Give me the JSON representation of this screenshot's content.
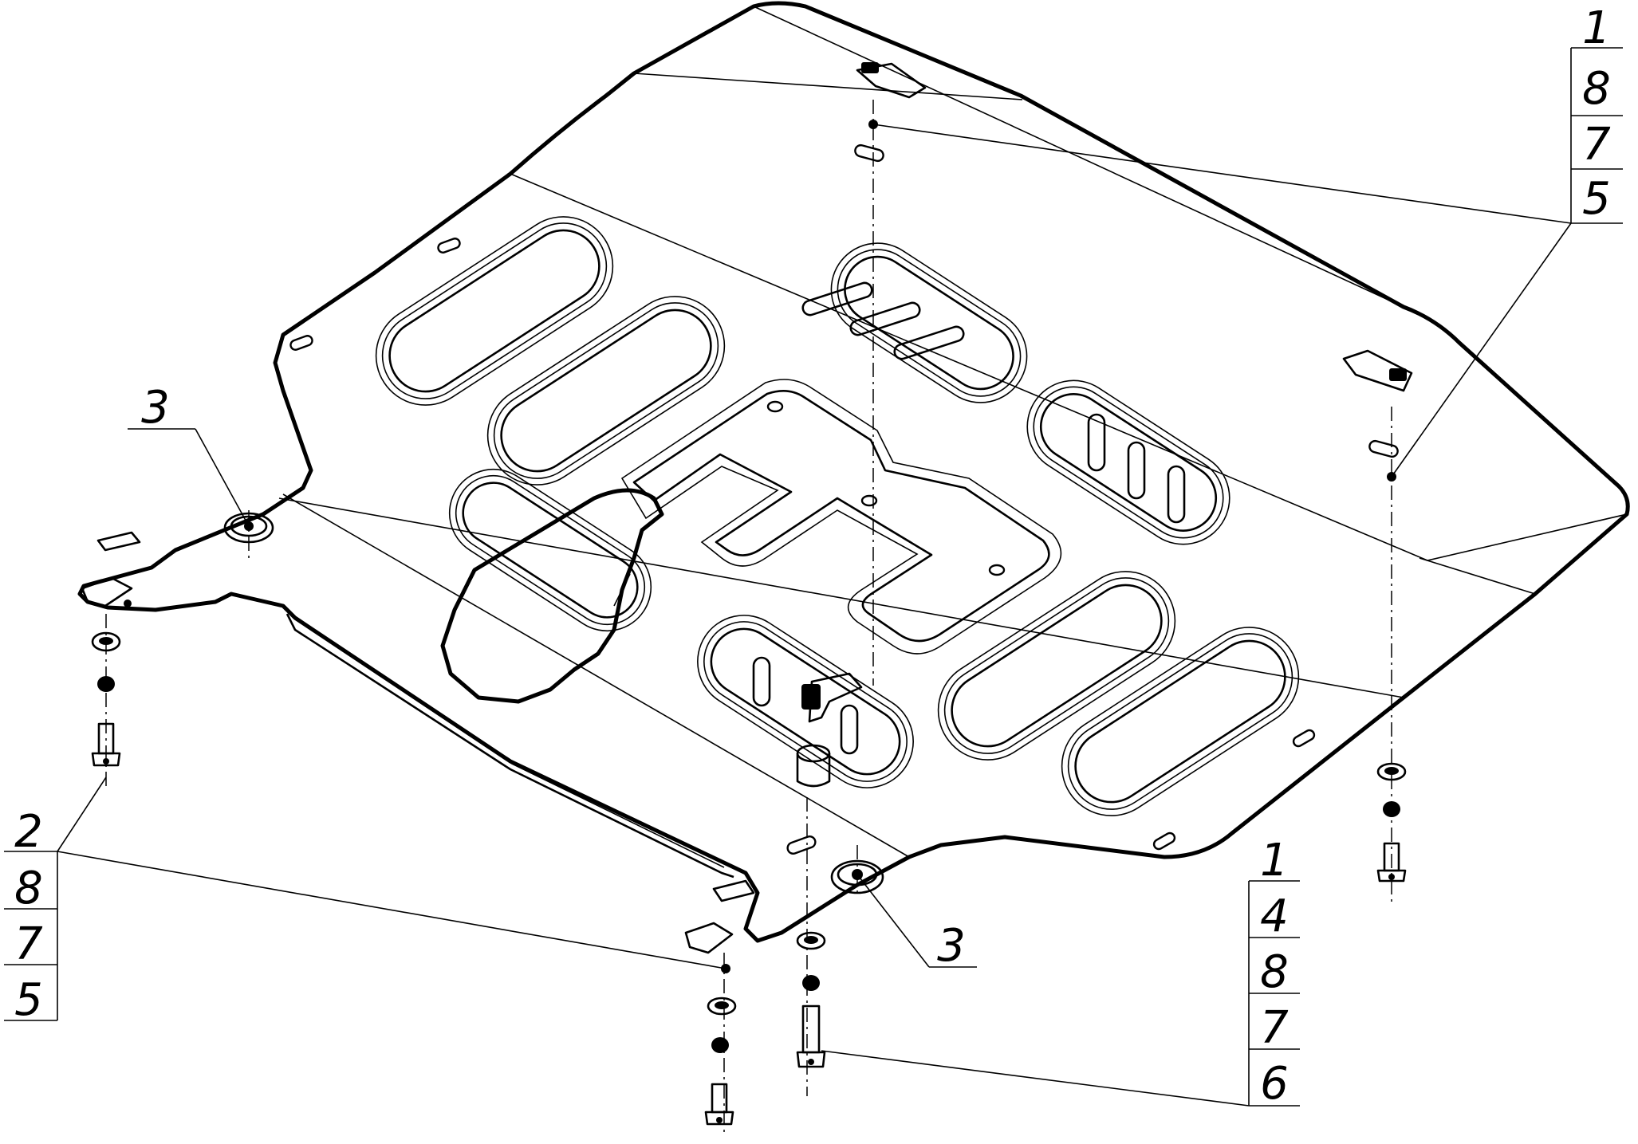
{
  "callouts": {
    "top_right": [
      "1",
      "8",
      "7",
      "5"
    ],
    "left_bottom": [
      "2",
      "8",
      "7",
      "5"
    ],
    "right_bottom": [
      "1",
      "4",
      "8",
      "7",
      "6"
    ],
    "part3_left": "3",
    "part3_bottom": "3"
  }
}
